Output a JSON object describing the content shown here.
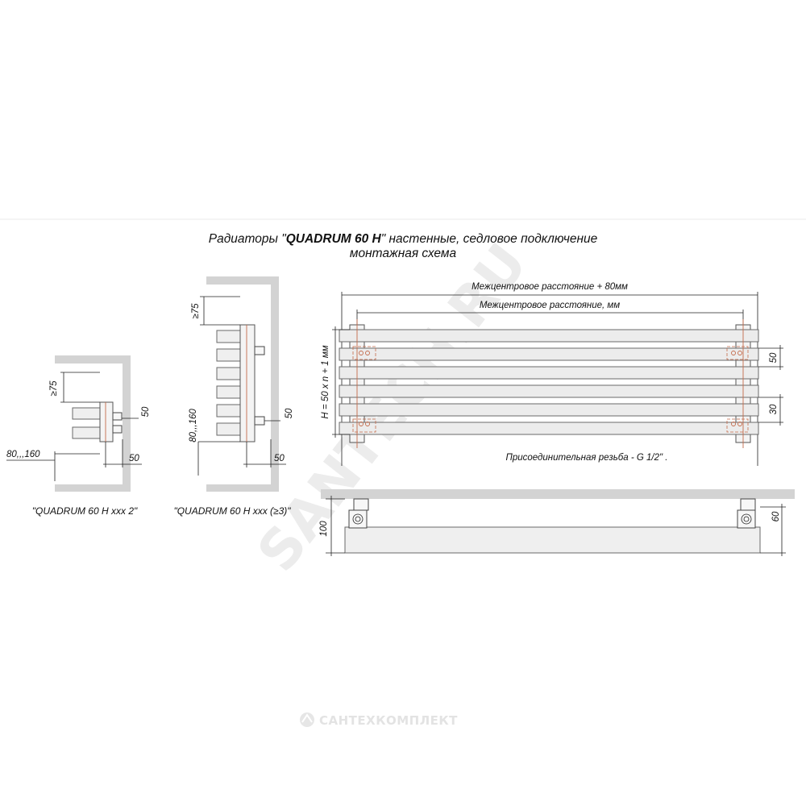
{
  "title": {
    "prefix": "Радиаторы \"",
    "model": "QUADRUM 60 H",
    "suffix": "\" настенные, седловое подключение",
    "subtitle": "монтажная схема"
  },
  "side_view_small": {
    "dim_min_gap": "≥75",
    "dim_depth": "50",
    "dim_offset": "50",
    "dim_floor": "80,,,160",
    "caption": "\"QUADRUM 60 H xxx 2\""
  },
  "side_view_large": {
    "dim_min_gap": "≥75",
    "dim_depth": "50",
    "dim_offset": "50",
    "dim_floor": "80,,,160",
    "caption": "\"QUADRUM 60 H xxx (≥3)\""
  },
  "front_view": {
    "dim_total": "Межцентровое расстояние + 80мм",
    "dim_center": "Межцентровое расстояние, мм",
    "dim_height": "H = 50 x n + 1 мм",
    "dim_pitch": "50",
    "dim_bottom": "30",
    "thread_note": "Присоединительная резьба - G 1/2\" ."
  },
  "top_view": {
    "dim_wall": "100",
    "dim_depth": "60"
  },
  "watermark": "SANTECH.RU",
  "footer_brand": "САНТЕХКОМПЛЕКТ",
  "colors": {
    "wall": "#d3d3d3",
    "bar_fill": "#efefef",
    "pipe_axis": "#c46a4a",
    "line": "#222222"
  }
}
